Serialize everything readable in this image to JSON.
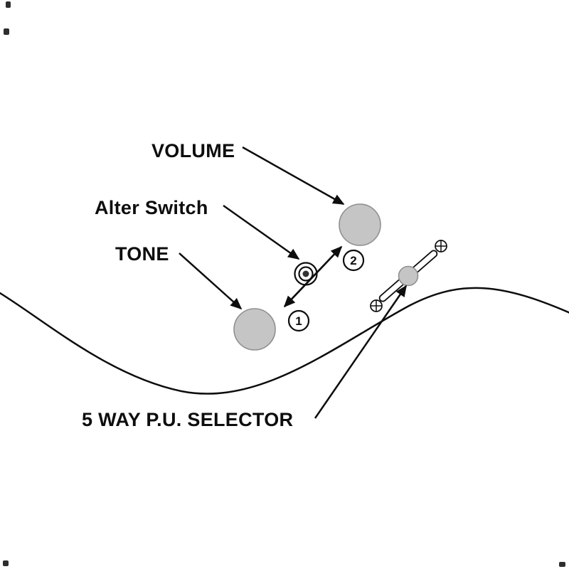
{
  "diagram": {
    "labels": {
      "volume": "VOLUME",
      "alter_switch": "Alter Switch",
      "tone": "TONE",
      "selector": "5 WAY P.U. SELECTOR"
    },
    "markers": {
      "position_1": "1",
      "position_2": "2"
    },
    "colors": {
      "knob_fill": "#c5c5c5",
      "line": "#0d0d0d",
      "background": "#ffffff"
    }
  }
}
